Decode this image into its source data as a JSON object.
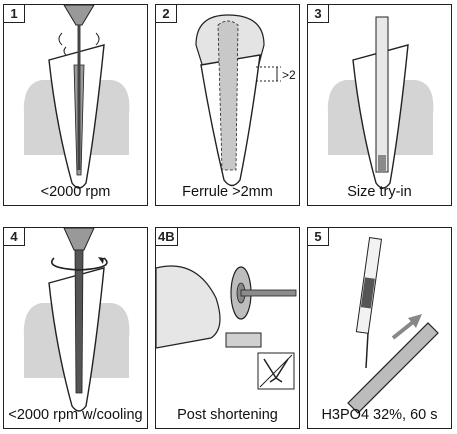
{
  "panels": [
    {
      "number": "1",
      "caption": "<2000 rpm"
    },
    {
      "number": "2",
      "caption": "Ferrule >2mm",
      "dimension_label": ">2"
    },
    {
      "number": "3",
      "caption": "Size try-in"
    },
    {
      "number": "4",
      "caption": "<2000 rpm w/cooling"
    },
    {
      "number": "4B",
      "caption": "Post shortening"
    },
    {
      "number": "5",
      "caption": "H3PO4 32%,  60 s"
    }
  ],
  "colors": {
    "gum": "#d4d4d4",
    "tooth": "#ffffff",
    "outline": "#222222",
    "post": "#8a8a8a"
  }
}
